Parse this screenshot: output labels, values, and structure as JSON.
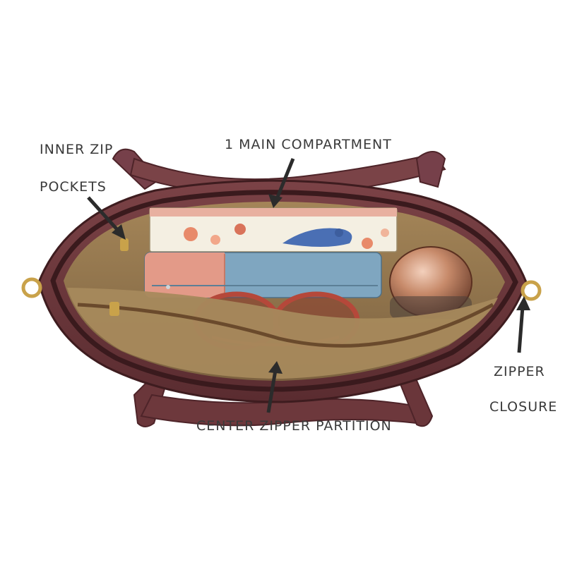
{
  "labels": {
    "inner_zip_line1": "INNER ZIP",
    "inner_zip_line2": "POCKETS",
    "main_compartment": "1 MAIN COMPARTMENT",
    "center_partition": "CENTER ZIPPER PARTITION",
    "zipper_line1": "ZIPPER",
    "zipper_line2": "CLOSURE"
  },
  "colors": {
    "bag_leather": "#6e3a3e",
    "lining": "#b59a6a",
    "zipper_trim": "#4a2326",
    "hardware_gold": "#c9a24a",
    "arrow": "#2b2b2b",
    "wallet_blue": "#7fa6c0",
    "wallet_pink": "#e39a88",
    "canister_copper": "#c78a6a"
  }
}
